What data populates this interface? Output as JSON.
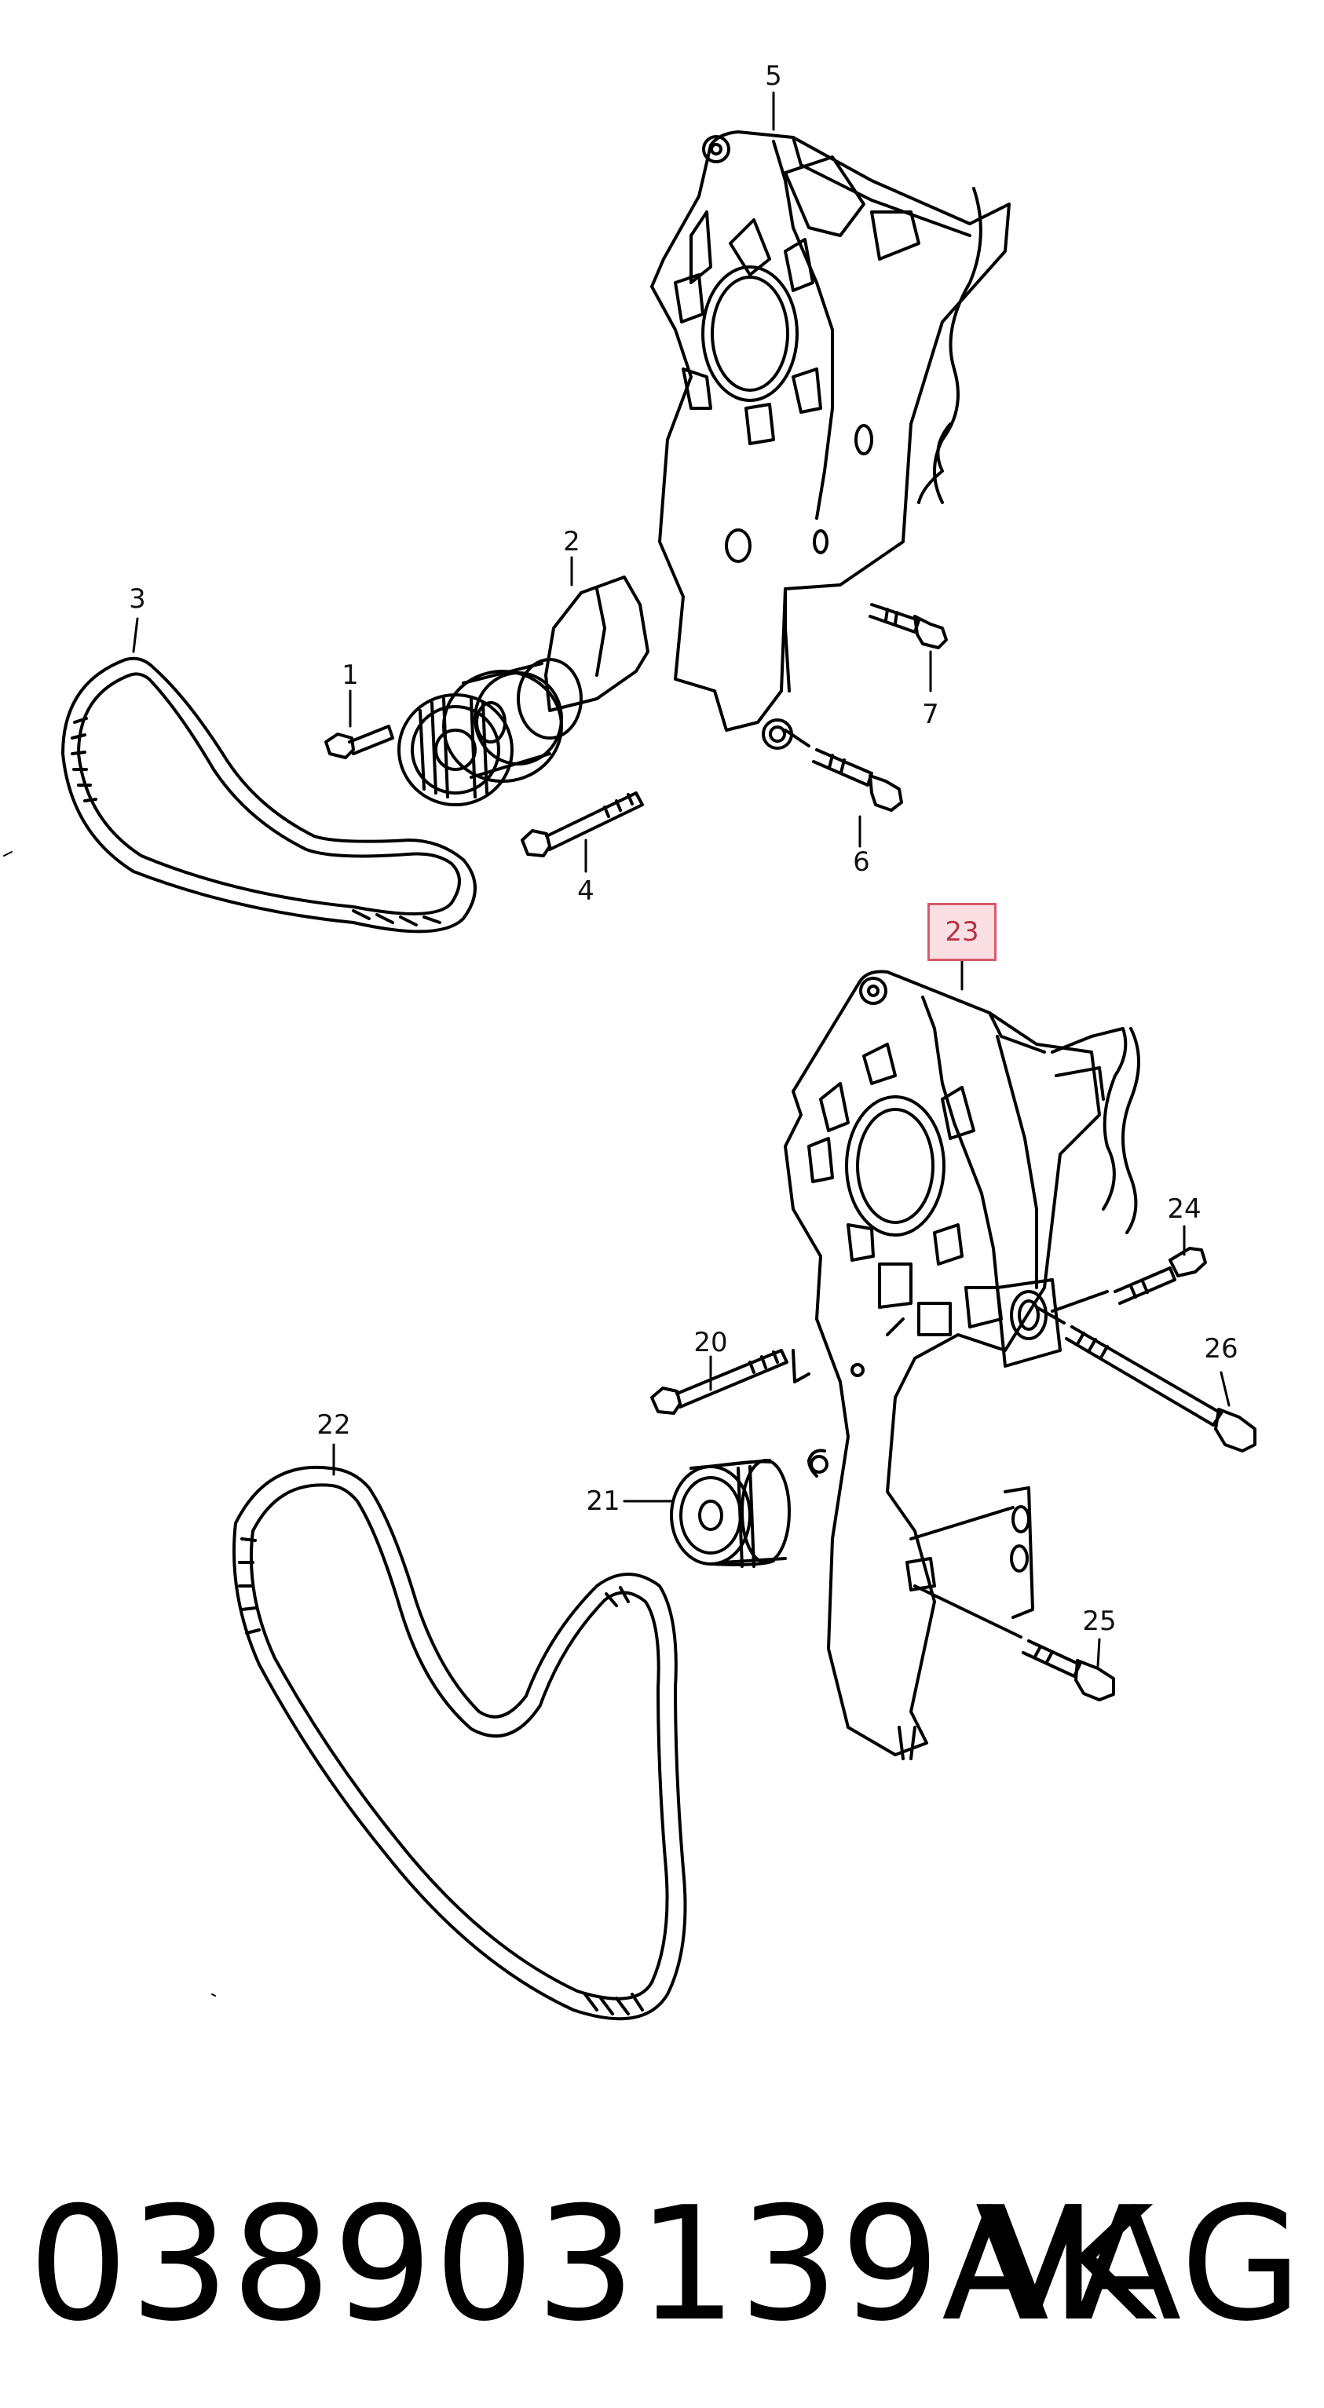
{
  "labels": {
    "l1": "1",
    "l2": "2",
    "l3": "3",
    "l4": "4",
    "l5": "5",
    "l6": "6",
    "l7": "7",
    "l20": "20",
    "l21": "21",
    "l22": "22",
    "l23": "23",
    "l24": "24",
    "l25": "25",
    "l26": "26"
  },
  "highlighted_label": "23",
  "footer": {
    "part_number": "038903139AK",
    "brand": "VAG"
  },
  "colors": {
    "line": "#000000",
    "highlight_border": "#d95a6a",
    "highlight_fill": "#f08291"
  }
}
